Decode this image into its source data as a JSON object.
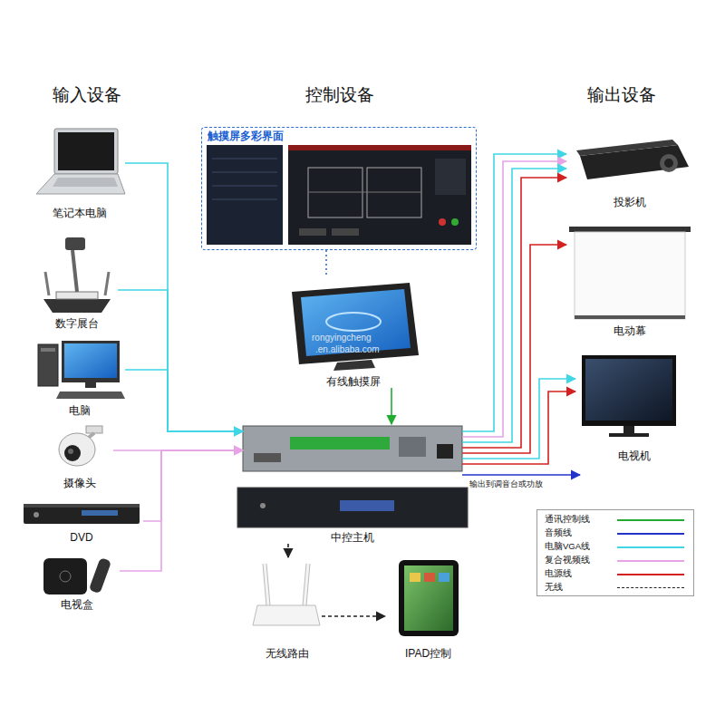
{
  "diagram": {
    "nodes": [
      {
        "text": [
          "触摸屏多彩界面"
        ]
      },
      {
        "text": [
          "笔记本电脑"
        ]
      },
      {
        "text": [
          "数字展台"
        ]
      },
      {
        "text": [
          "电脑"
        ]
      },
      {
        "text": [
          "摄像头"
        ]
      },
      {
        "text": [
          "DVD"
        ]
      },
      {
        "text": [
          "电视盒"
        ]
      },
      {
        "text": [
          "有线触摸屏"
        ]
      },
      {
        "text": [
          "投影机"
        ]
      },
      {
        "text": [
          "电动幕"
        ]
      },
      {
        "text": [
          "电视机"
        ]
      },
      {
        "text": [
          "中控主机"
        ]
      },
      {
        "text": [
          "无线路由"
        ]
      },
      {
        "text": [
          "IPAD控制"
        ]
      }
    ],
    "edges": [
      {
        "from": 1,
        "to": 11,
        "arrow": "to"
      },
      {
        "from": 2,
        "to": 11,
        "arrow": "to"
      },
      {
        "from": 3,
        "to": 11,
        "arrow": "to"
      },
      {
        "from": 4,
        "to": 11,
        "arrow": "to"
      },
      {
        "from": 5,
        "to": 11,
        "arrow": "to"
      },
      {
        "from": 6,
        "to": 11,
        "arrow": "to"
      },
      {
        "from": 0,
        "to": 7,
        "arrow": "none"
      },
      {
        "from": 7,
        "to": 11,
        "arrow": "to"
      },
      {
        "from": 11,
        "to": 8,
        "arrow": "to"
      },
      {
        "from": 11,
        "to": 8,
        "arrow": "to"
      },
      {
        "from": 11,
        "to": 8,
        "arrow": "to"
      },
      {
        "from": 11,
        "to": 8,
        "arrow": "to"
      },
      {
        "from": 11,
        "to": 9,
        "arrow": "to"
      },
      {
        "from": 11,
        "to": 10,
        "arrow": "to"
      },
      {
        "from": 11,
        "to": 10,
        "arrow": "to"
      },
      {
        "from": 11,
        "to": 12,
        "arrow": "to"
      },
      {
        "from": 12,
        "to": 13,
        "arrow": "to"
      }
    ],
    "labels": [
      "输入设备",
      "控制设备",
      "输出设备",
      "输出到调音台或功放",
      "rongyingcheng",
      ".en.alibaba.com"
    ],
    "legend": [
      {
        "text": "通讯控制线",
        "color": "#22aa33"
      },
      {
        "text": "音频线",
        "color": "#2233cc"
      },
      {
        "text": "电脑VGA线",
        "color": "#3fd6e6"
      },
      {
        "text": "复合视频线",
        "color": "#e6a3e6"
      },
      {
        "text": "电源线",
        "color": "#d42020"
      },
      {
        "text": "无线"
      }
    ]
  }
}
